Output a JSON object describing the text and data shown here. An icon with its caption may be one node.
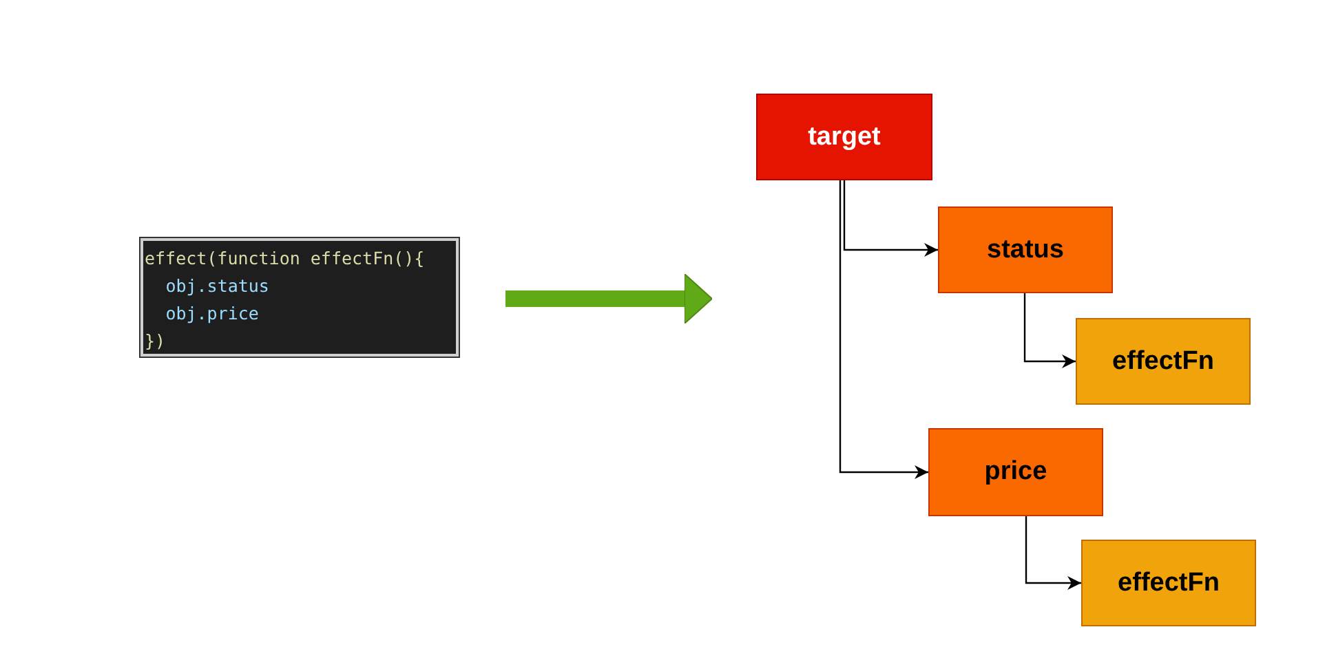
{
  "diagram": {
    "nodes": [
      {
        "text": [
          "effect(function effectFn(){",
          "obj.status",
          "obj.price",
          "})"
        ]
      },
      {
        "text": [
          "target"
        ]
      },
      {
        "text": [
          "status"
        ]
      },
      {
        "text": [
          "effectFn"
        ]
      },
      {
        "text": [
          "price"
        ]
      },
      {
        "text": [
          "effectFn"
        ]
      }
    ],
    "edges": [
      {
        "from": 0,
        "to": null,
        "arrow": "to",
        "style": "thick",
        "color": "#60a917"
      },
      {
        "from": 1,
        "to": 2,
        "arrow": "to"
      },
      {
        "from": 2,
        "to": 3,
        "arrow": "to"
      },
      {
        "from": 1,
        "to": 4,
        "arrow": "to"
      },
      {
        "from": 4,
        "to": 5,
        "arrow": "to"
      }
    ]
  }
}
